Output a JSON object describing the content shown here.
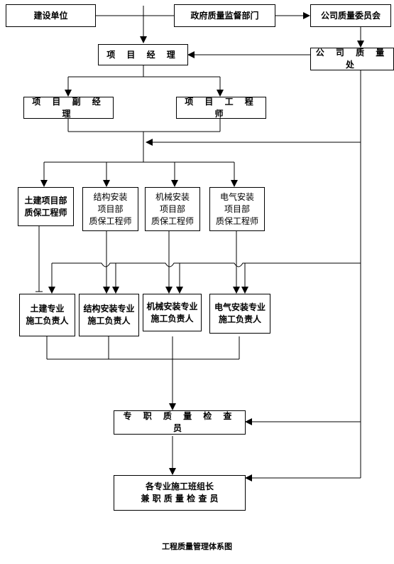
{
  "nodes": {
    "construction_unit": "建设单位",
    "gov_supervision": "政府质量监督部门",
    "company_quality_committee": "公司质量委员会",
    "project_manager": "项 目 经 理",
    "company_quality_dept": "公 司 质 量 处",
    "deputy_pm": "项 目 副 经 理",
    "project_engineer": "项 目 工 程 师",
    "civil_qa": "土建项目部\n质保工程师",
    "structural_qa": "结构安装\n项目部\n质保工程师",
    "mechanical_qa": "机械安装\n项目部\n质保工程师",
    "electrical_qa": "电气安装\n项目部\n质保工程师",
    "civil_lead": "土建专业\n施工负责人",
    "structural_lead": "结构安装专业\n施工负责人",
    "mechanical_lead": "机械安装专业\n施工负责人",
    "electrical_lead": "电气安装专业\n施工负责人",
    "dedicated_inspector": "专 职 质 量 检 查 员",
    "team_leaders": "各专业施工班组长\n兼 职 质 量 检 查 员"
  },
  "caption": "工程质量管理体系图"
}
